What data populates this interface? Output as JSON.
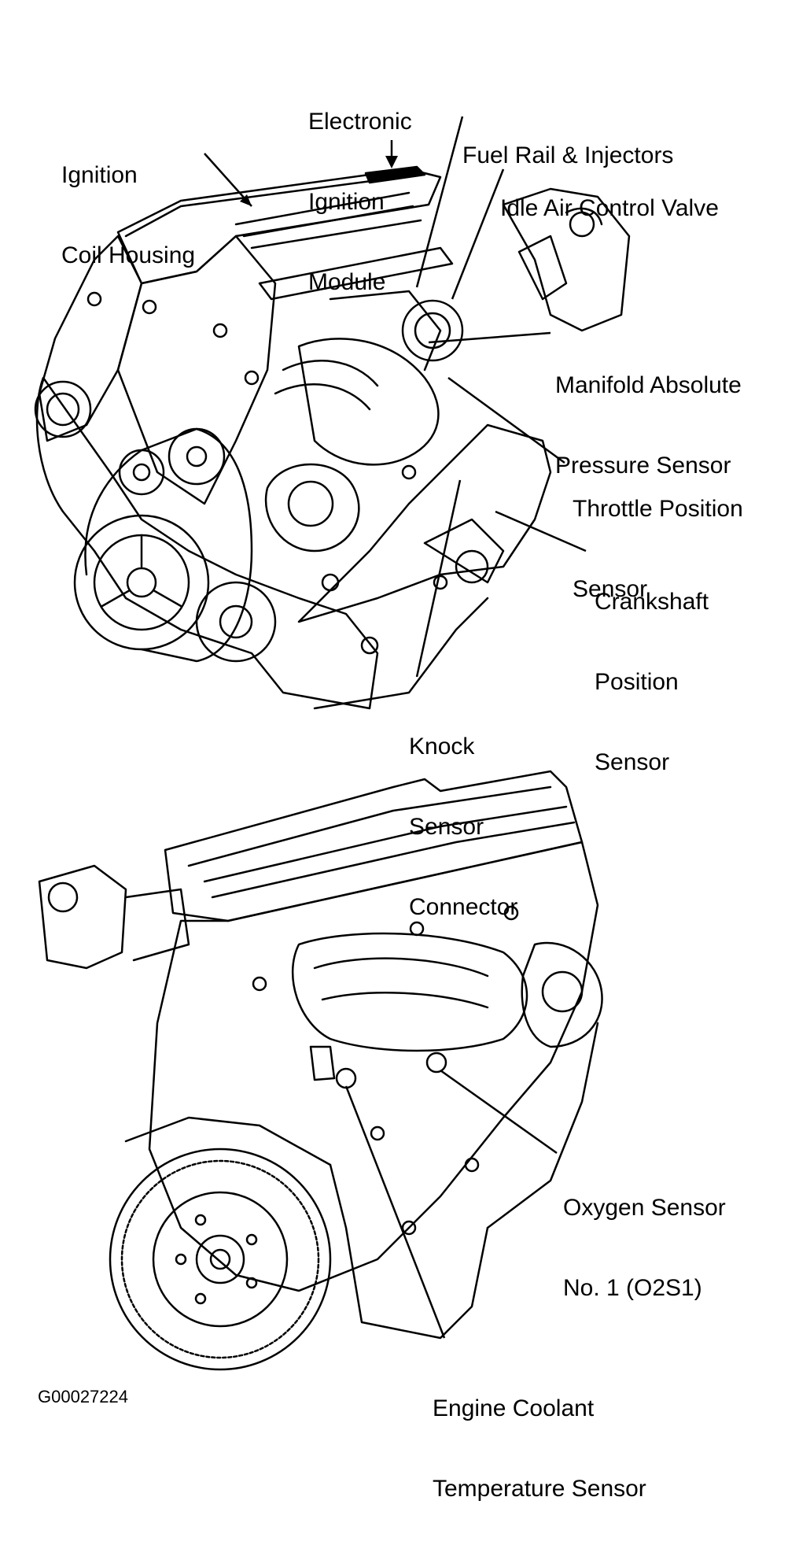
{
  "labels": {
    "ignition_coil_housing": [
      "Ignition",
      "Coil Housing"
    ],
    "electronic_ignition_module": [
      "Electronic",
      "Ignition",
      "Module"
    ],
    "fuel_rail_injectors": [
      "Fuel Rail & Injectors"
    ],
    "idle_air_control_valve": [
      "Idle Air Control Valve"
    ],
    "manifold_absolute_pressure_sensor": [
      "Manifold Absolute",
      "Pressure Sensor"
    ],
    "throttle_position_sensor": [
      "Throttle Position",
      "Sensor"
    ],
    "crankshaft_position_sensor": [
      "Crankshaft",
      "Position",
      "Sensor"
    ],
    "knock_sensor_connector": [
      "Knock",
      "Sensor",
      "Connector"
    ],
    "oxygen_sensor": [
      "Oxygen Sensor",
      "No. 1 (O2S1)"
    ],
    "engine_coolant_temperature_sensor": [
      "Engine Coolant",
      "Temperature Sensor"
    ]
  },
  "figure_code": "G00027224",
  "colors": {
    "ink": "#000000",
    "paper": "#ffffff"
  }
}
